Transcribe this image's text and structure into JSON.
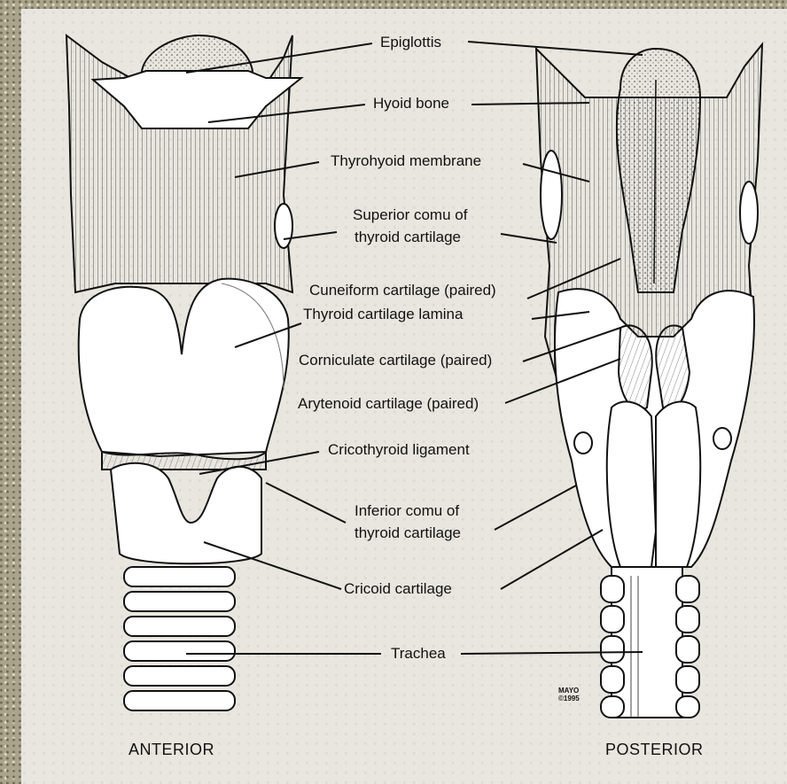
{
  "labels": {
    "epiglottis": "Epiglottis",
    "hyoid": "Hyoid bone",
    "thyrohyoid": "Thyrohyoid membrane",
    "sup_cornu_1": "Superior comu of",
    "sup_cornu_2": "thyroid cartilage",
    "cuneiform": "Cuneiform cartilage (paired)",
    "thyroid_lamina": "Thyroid cartilage lamina",
    "corniculate": "Corniculate cartilage (paired)",
    "arytenoid": "Arytenoid cartilage (paired)",
    "cricothyroid": "Cricothyroid ligament",
    "inf_cornu_1": "Inferior comu of",
    "inf_cornu_2": "thyroid cartilage",
    "cricoid": "Cricoid cartilage",
    "trachea": "Trachea"
  },
  "views": {
    "anterior": "ANTERIOR",
    "posterior": "POSTERIOR"
  },
  "signature": {
    "line1": "MAYO",
    "line2": "©1995"
  }
}
